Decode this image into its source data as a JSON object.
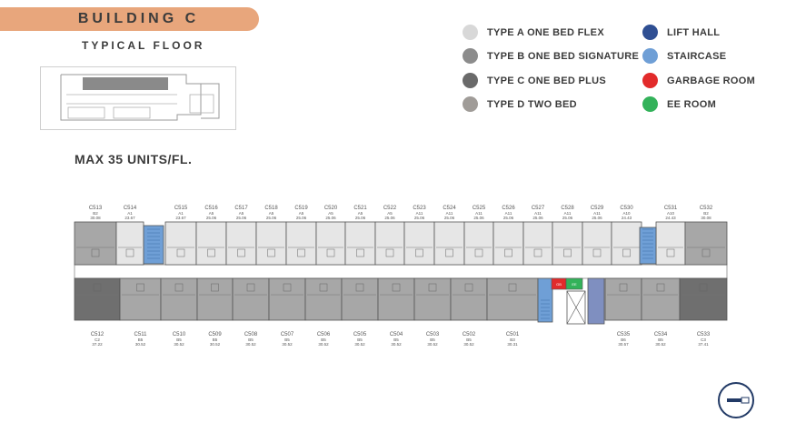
{
  "header": {
    "building": "BUILDING C",
    "subtitle": "TYPICAL FLOOR",
    "max_units": "MAX  35 UNITS/FL."
  },
  "legend": [
    {
      "label": "TYPE A  ONE BED FLEX",
      "color": "#d8d8d8",
      "icon": "type-a-dot"
    },
    {
      "label": "TYPE B  ONE BED SIGNATURE",
      "color": "#8c8c8c",
      "icon": "type-b-dot"
    },
    {
      "label": "TYPE C  ONE BED PLUS",
      "color": "#6a6a6a",
      "icon": "type-c-dot"
    },
    {
      "label": "TYPE D  TWO BED",
      "color": "#a09c98",
      "icon": "type-d-dot"
    },
    {
      "label": "LIFT HALL",
      "color": "#2f4f93",
      "icon": "lift-hall-dot"
    },
    {
      "label": "STAIRCASE",
      "color": "#6f9fd6",
      "icon": "staircase-dot"
    },
    {
      "label": "GARBAGE ROOM",
      "color": "#e22b2b",
      "icon": "garbage-room-dot"
    },
    {
      "label": "EE ROOM",
      "color": "#33b25a",
      "icon": "ee-room-dot"
    }
  ],
  "top_units": [
    {
      "code": "C513",
      "type": "B2",
      "area": "30.08"
    },
    {
      "code": "C514",
      "type": "A1",
      "area": "23.67"
    },
    {
      "code": "C515",
      "type": "A1",
      "area": "23.67"
    },
    {
      "code": "C516",
      "type": "A5",
      "area": "25.06"
    },
    {
      "code": "C517",
      "type": "A5",
      "area": "25.06"
    },
    {
      "code": "C518",
      "type": "A5",
      "area": "25.06"
    },
    {
      "code": "C519",
      "type": "A5",
      "area": "25.06"
    },
    {
      "code": "C520",
      "type": "A5",
      "area": "25.06"
    },
    {
      "code": "C521",
      "type": "A5",
      "area": "25.06"
    },
    {
      "code": "C522",
      "type": "A5",
      "area": "25.06"
    },
    {
      "code": "C523",
      "type": "A11",
      "area": "25.06"
    },
    {
      "code": "C524",
      "type": "A11",
      "area": "25.06"
    },
    {
      "code": "C525",
      "type": "A11",
      "area": "25.06"
    },
    {
      "code": "C526",
      "type": "A11",
      "area": "25.06"
    },
    {
      "code": "C527",
      "type": "A11",
      "area": "25.06"
    },
    {
      "code": "C528",
      "type": "A11",
      "area": "25.06"
    },
    {
      "code": "C529",
      "type": "A11",
      "area": "25.06"
    },
    {
      "code": "C530",
      "type": "A10",
      "area": "24.43"
    },
    {
      "code": "C531",
      "type": "A10",
      "area": "24.43"
    },
    {
      "code": "C532",
      "type": "B2",
      "area": "30.08"
    }
  ],
  "bottom_units": [
    {
      "code": "C512",
      "type": "C2",
      "area": "37.22"
    },
    {
      "code": "C511",
      "type": "B5",
      "area": "30.52"
    },
    {
      "code": "C510",
      "type": "B5",
      "area": "30.52"
    },
    {
      "code": "C509",
      "type": "B5",
      "area": "30.52"
    },
    {
      "code": "C508",
      "type": "B5",
      "area": "30.52"
    },
    {
      "code": "C507",
      "type": "B5",
      "area": "30.52"
    },
    {
      "code": "C506",
      "type": "B5",
      "area": "30.52"
    },
    {
      "code": "C505",
      "type": "B5",
      "area": "30.52"
    },
    {
      "code": "C504",
      "type": "B5",
      "area": "30.52"
    },
    {
      "code": "C503",
      "type": "B5",
      "area": "30.52"
    },
    {
      "code": "C502",
      "type": "B5",
      "area": "30.52"
    },
    {
      "code": "C501",
      "type": "B3",
      "area": "30.31"
    },
    {
      "code": "C535",
      "type": "B6",
      "area": "30.57"
    },
    {
      "code": "C534",
      "type": "B5",
      "area": "30.52"
    },
    {
      "code": "C533",
      "type": "C3",
      "area": "37.41"
    }
  ],
  "rooms": {
    "ee_code": "EE",
    "gb_code": "GB"
  }
}
